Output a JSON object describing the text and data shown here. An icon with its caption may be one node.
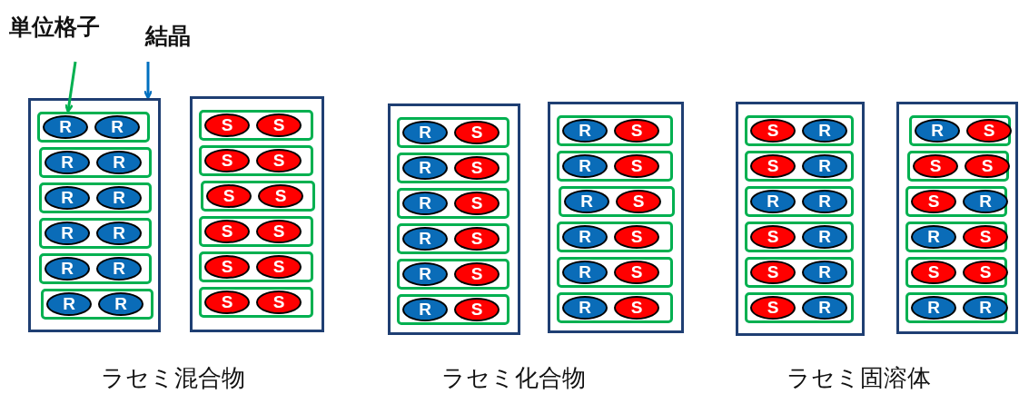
{
  "diagram": {
    "nodes": [
      {
        "text": [
          "単位格子"
        ]
      },
      {
        "text": [
          "結晶"
        ]
      },
      {
        "text": [],
        "shape": "box"
      },
      {
        "text": [],
        "shape": "box",
        "in": 2
      },
      {
        "text": [
          "R"
        ],
        "in": 3
      },
      {
        "text": [
          "R"
        ],
        "in": 3
      },
      {
        "text": [],
        "shape": "box",
        "in": 2
      },
      {
        "text": [
          "R"
        ],
        "in": 6
      },
      {
        "text": [
          "R"
        ],
        "in": 6
      },
      {
        "text": [],
        "shape": "box",
        "in": 2
      },
      {
        "text": [
          "R"
        ],
        "in": 9
      },
      {
        "text": [
          "R"
        ],
        "in": 9
      },
      {
        "text": [],
        "shape": "box",
        "in": 2
      },
      {
        "text": [
          "R"
        ],
        "in": 12
      },
      {
        "text": [
          "R"
        ],
        "in": 12
      },
      {
        "text": [],
        "shape": "box",
        "in": 2
      },
      {
        "text": [
          "R"
        ],
        "in": 15
      },
      {
        "text": [
          "R"
        ],
        "in": 15
      },
      {
        "text": [],
        "shape": "box",
        "in": 2
      },
      {
        "text": [
          "R"
        ],
        "in": 18
      },
      {
        "text": [
          "R"
        ],
        "in": 18
      },
      {
        "text": [],
        "shape": "box"
      },
      {
        "text": [],
        "shape": "box",
        "in": 21
      },
      {
        "text": [
          "S"
        ],
        "in": 22
      },
      {
        "text": [
          "S"
        ],
        "in": 22
      },
      {
        "text": [],
        "shape": "box",
        "in": 21
      },
      {
        "text": [
          "S"
        ],
        "in": 25
      },
      {
        "text": [
          "S"
        ],
        "in": 25
      },
      {
        "text": [],
        "shape": "box",
        "in": 21
      },
      {
        "text": [
          "S"
        ],
        "in": 28
      },
      {
        "text": [
          "S"
        ],
        "in": 28
      },
      {
        "text": [],
        "shape": "box",
        "in": 21
      },
      {
        "text": [
          "S"
        ],
        "in": 31
      },
      {
        "text": [
          "S"
        ],
        "in": 31
      },
      {
        "text": [],
        "shape": "box",
        "in": 21
      },
      {
        "text": [
          "S"
        ],
        "in": 34
      },
      {
        "text": [
          "S"
        ],
        "in": 34
      },
      {
        "text": [],
        "shape": "box",
        "in": 21
      },
      {
        "text": [
          "S"
        ],
        "in": 37
      },
      {
        "text": [
          "S"
        ],
        "in": 37
      },
      {
        "text": [],
        "shape": "box"
      },
      {
        "text": [],
        "shape": "box",
        "in": 40
      },
      {
        "text": [
          "R"
        ],
        "in": 41
      },
      {
        "text": [
          "S"
        ],
        "in": 41
      },
      {
        "text": [],
        "shape": "box",
        "in": 40
      },
      {
        "text": [
          "R"
        ],
        "in": 44
      },
      {
        "text": [
          "S"
        ],
        "in": 44
      },
      {
        "text": [],
        "shape": "box",
        "in": 40
      },
      {
        "text": [
          "R"
        ],
        "in": 47
      },
      {
        "text": [
          "S"
        ],
        "in": 47
      },
      {
        "text": [],
        "shape": "box",
        "in": 40
      },
      {
        "text": [
          "R"
        ],
        "in": 50
      },
      {
        "text": [
          "S"
        ],
        "in": 50
      },
      {
        "text": [],
        "shape": "box",
        "in": 40
      },
      {
        "text": [
          "R"
        ],
        "in": 53
      },
      {
        "text": [
          "S"
        ],
        "in": 53
      },
      {
        "text": [],
        "shape": "box",
        "in": 40
      },
      {
        "text": [
          "R"
        ],
        "in": 56
      },
      {
        "text": [
          "S"
        ],
        "in": 56
      },
      {
        "text": [],
        "shape": "box"
      },
      {
        "text": [],
        "shape": "box",
        "in": 59
      },
      {
        "text": [
          "R"
        ],
        "in": 60
      },
      {
        "text": [
          "S"
        ],
        "in": 60
      },
      {
        "text": [],
        "shape": "box",
        "in": 59
      },
      {
        "text": [
          "R"
        ],
        "in": 63
      },
      {
        "text": [
          "S"
        ],
        "in": 63
      },
      {
        "text": [],
        "shape": "box",
        "in": 59
      },
      {
        "text": [
          "R"
        ],
        "in": 66
      },
      {
        "text": [
          "S"
        ],
        "in": 66
      },
      {
        "text": [],
        "shape": "box",
        "in": 59
      },
      {
        "text": [
          "R"
        ],
        "in": 69
      },
      {
        "text": [
          "S"
        ],
        "in": 69
      },
      {
        "text": [],
        "shape": "box",
        "in": 59
      },
      {
        "text": [
          "R"
        ],
        "in": 72
      },
      {
        "text": [
          "S"
        ],
        "in": 72
      },
      {
        "text": [],
        "shape": "box",
        "in": 59
      },
      {
        "text": [
          "R"
        ],
        "in": 75
      },
      {
        "text": [
          "S"
        ],
        "in": 75
      },
      {
        "text": [],
        "shape": "box"
      },
      {
        "text": [],
        "shape": "box",
        "in": 78
      },
      {
        "text": [
          "S"
        ],
        "in": 79
      },
      {
        "text": [
          "R"
        ],
        "in": 79
      },
      {
        "text": [],
        "shape": "box",
        "in": 78
      },
      {
        "text": [
          "S"
        ],
        "in": 82
      },
      {
        "text": [
          "R"
        ],
        "in": 82
      },
      {
        "text": [],
        "shape": "box",
        "in": 78
      },
      {
        "text": [
          "R"
        ],
        "in": 85
      },
      {
        "text": [
          "R"
        ],
        "in": 85
      },
      {
        "text": [],
        "shape": "box",
        "in": 78
      },
      {
        "text": [
          "S"
        ],
        "in": 88
      },
      {
        "text": [
          "R"
        ],
        "in": 88
      },
      {
        "text": [],
        "shape": "box",
        "in": 78
      },
      {
        "text": [
          "S"
        ],
        "in": 91
      },
      {
        "text": [
          "R"
        ],
        "in": 91
      },
      {
        "text": [],
        "shape": "box",
        "in": 78
      },
      {
        "text": [
          "S"
        ],
        "in": 94
      },
      {
        "text": [
          "R"
        ],
        "in": 94
      },
      {
        "text": [],
        "shape": "box"
      },
      {
        "text": [],
        "shape": "box",
        "in": 97
      },
      {
        "text": [
          "R"
        ],
        "in": 98
      },
      {
        "text": [
          "S"
        ],
        "in": 98
      },
      {
        "text": [],
        "shape": "box",
        "in": 97
      },
      {
        "text": [
          "S"
        ],
        "in": 101
      },
      {
        "text": [
          "S"
        ],
        "in": 101
      },
      {
        "text": [],
        "shape": "box",
        "in": 97
      },
      {
        "text": [
          "S"
        ],
        "in": 104
      },
      {
        "text": [
          "R"
        ],
        "in": 104
      },
      {
        "text": [],
        "shape": "box",
        "in": 97
      },
      {
        "text": [
          "R"
        ],
        "in": 107
      },
      {
        "text": [
          "S"
        ],
        "in": 107
      },
      {
        "text": [],
        "shape": "box",
        "in": 97
      },
      {
        "text": [
          "S"
        ],
        "in": 110
      },
      {
        "text": [
          "S"
        ],
        "in": 110
      },
      {
        "text": [],
        "shape": "box",
        "in": 97
      },
      {
        "text": [
          "R"
        ],
        "in": 113
      },
      {
        "text": [
          "R"
        ],
        "in": 113
      }
    ],
    "edges": [
      {
        "from": 0,
        "to": 3,
        "arrow": "to",
        "color": "#00b050"
      },
      {
        "from": 1,
        "to": 2,
        "arrow": "to",
        "color": "#0070c0"
      }
    ],
    "labels": [
      "ラセミ混合物",
      "ラセミ化合物",
      "ラセミ固溶体"
    ]
  }
}
